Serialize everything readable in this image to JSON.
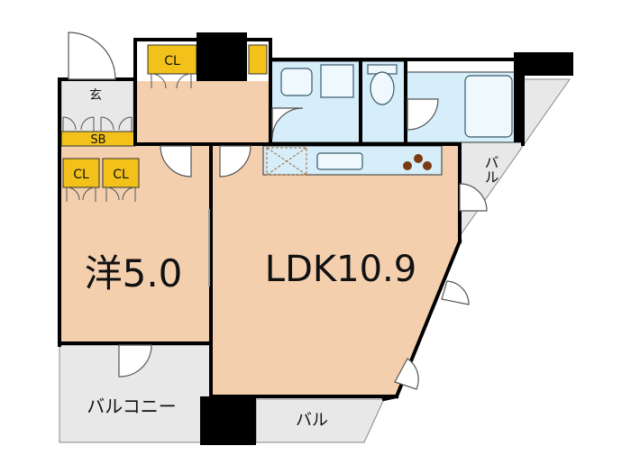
{
  "floorplan": {
    "rooms": {
      "western_room": {
        "label": "洋5.0"
      },
      "ldk": {
        "label": "LDK10.9"
      },
      "entrance": {
        "label": "玄"
      },
      "shoe_box": {
        "label": "SB"
      },
      "balcony_main": {
        "label": "バルコニー"
      },
      "balcony_bottom": {
        "label": "バル"
      },
      "balcony_right": {
        "label": "バル"
      }
    },
    "closets": [
      "CL",
      "CL",
      "CL"
    ],
    "colors": {
      "room_floor": "#f3cfae",
      "wet_area": "#d5eefa",
      "closet": "#f2c21a",
      "balcony": "#e8e8e8",
      "wall": "#000000",
      "fixture_line": "#3a5a6a"
    }
  }
}
